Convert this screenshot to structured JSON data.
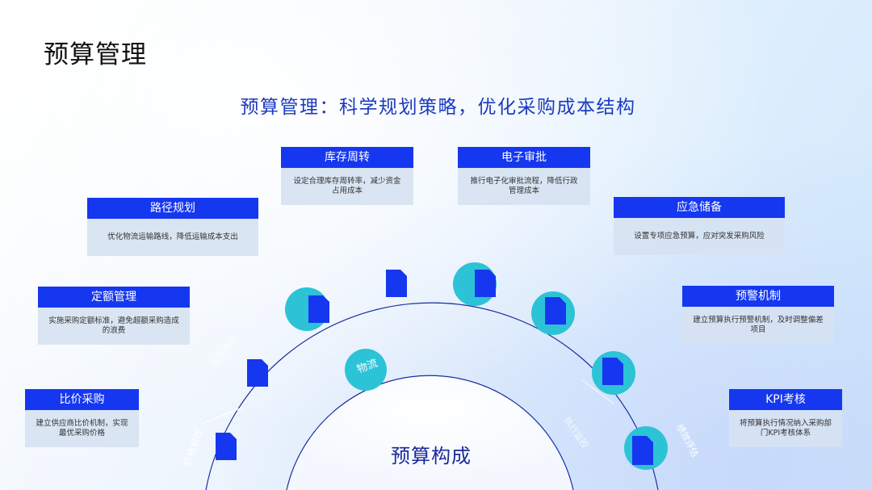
{
  "title": "预算管理",
  "subtitle": "预算管理：科学规划策略，优化采购成本结构",
  "center_label": "预算构成",
  "cards": {
    "kucun": {
      "title": "库存周转",
      "desc": "设定合理库存周转率，减少资金占用成本"
    },
    "dianzi": {
      "title": "电子审批",
      "desc": "推行电子化审批流程，降低行政管理成本"
    },
    "lujing": {
      "title": "路径规划",
      "desc": "优化物流运输路线，降低运输成本支出"
    },
    "yingji": {
      "title": "应急储备",
      "desc": "设置专项应急预算，应对突发采购风险"
    },
    "dinge": {
      "title": "定额管理",
      "desc": "实施采购定额标准，避免超额采购造成的浪费"
    },
    "yujing": {
      "title": "预警机制",
      "desc": "建立预算执行预警机制，及时调整偏差项目"
    },
    "bijia": {
      "title": "比价采购",
      "desc": "建立供应商比价机制，实现最优采购价格"
    },
    "kpi": {
      "title": "KPI考核",
      "desc": "将预算执行情况纳入采购部门KPI考核体系"
    }
  },
  "arc_labels": {
    "price": "价格管控",
    "left_top": "质量成本",
    "logistics": "物流",
    "right": "执行监控",
    "far_right": "绩效评估"
  },
  "colors": {
    "accent": "#1637f0",
    "teal": "#2cc3d6",
    "arc": "#1a2fa0"
  }
}
